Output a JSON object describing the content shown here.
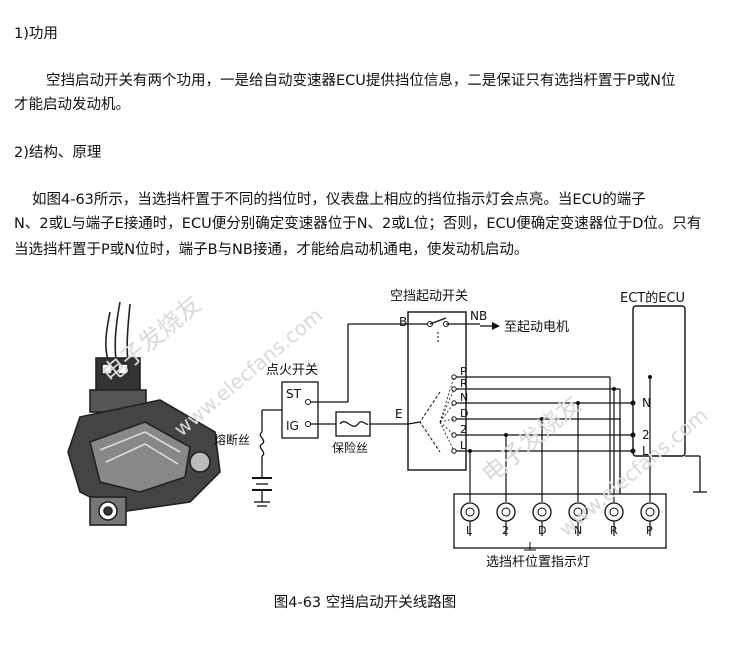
{
  "doc": {
    "h1": "1)功用",
    "p1_l1": "空挡启动开关有两个功用，一是给自动变速器ECU提供挡位信息，二是保证只有选挡杆置于P或N位",
    "p1_l2": "才能启动发动机。",
    "h2": "2)结构、原理",
    "p2_l1": "如图4-63所示，当选挡杆置于不同的挡位时，仪表盘上相应的挡位指示灯会点亮。当ECU的端子",
    "p2_l2": "N、2或L与端子E接通时，ECU便分别确定变速器位于N、2或L位；否则，ECU便确定变速器位于D位。只有",
    "p2_l3": "当选挡杆置于P或N位时，端子B与NB接通，才能给启动机通电，使发动机启动。",
    "caption": "图4-63 空挡启动开关线路图"
  },
  "diagram": {
    "switch_title": "空挡起动开关",
    "ecu_title": "ECT的ECU",
    "ignition_title": "点火开关",
    "starter_label": "至起动电机",
    "fusible_link": "熔断丝",
    "fuse": "保险丝",
    "lamps_title": "选挡杆位置指示灯",
    "terminal_b": "B",
    "terminal_nb": "NB",
    "terminal_e": "E",
    "ig_st": "ST",
    "ig_ig": "IG",
    "positions": [
      "P",
      "R",
      "N",
      "D",
      "2",
      "L"
    ],
    "ecu_terminals": [
      "N",
      "2",
      "L"
    ],
    "lamp_labels": [
      "L",
      "2",
      "D",
      "N",
      "R",
      "P"
    ]
  },
  "watermarks": [
    "电子发烧友",
    "www.elecfans.com",
    "电子发烧友",
    "www.elecfans.com"
  ],
  "colors": {
    "text": "#111111",
    "line": "#111111",
    "watermark": "#d9d9d9"
  }
}
